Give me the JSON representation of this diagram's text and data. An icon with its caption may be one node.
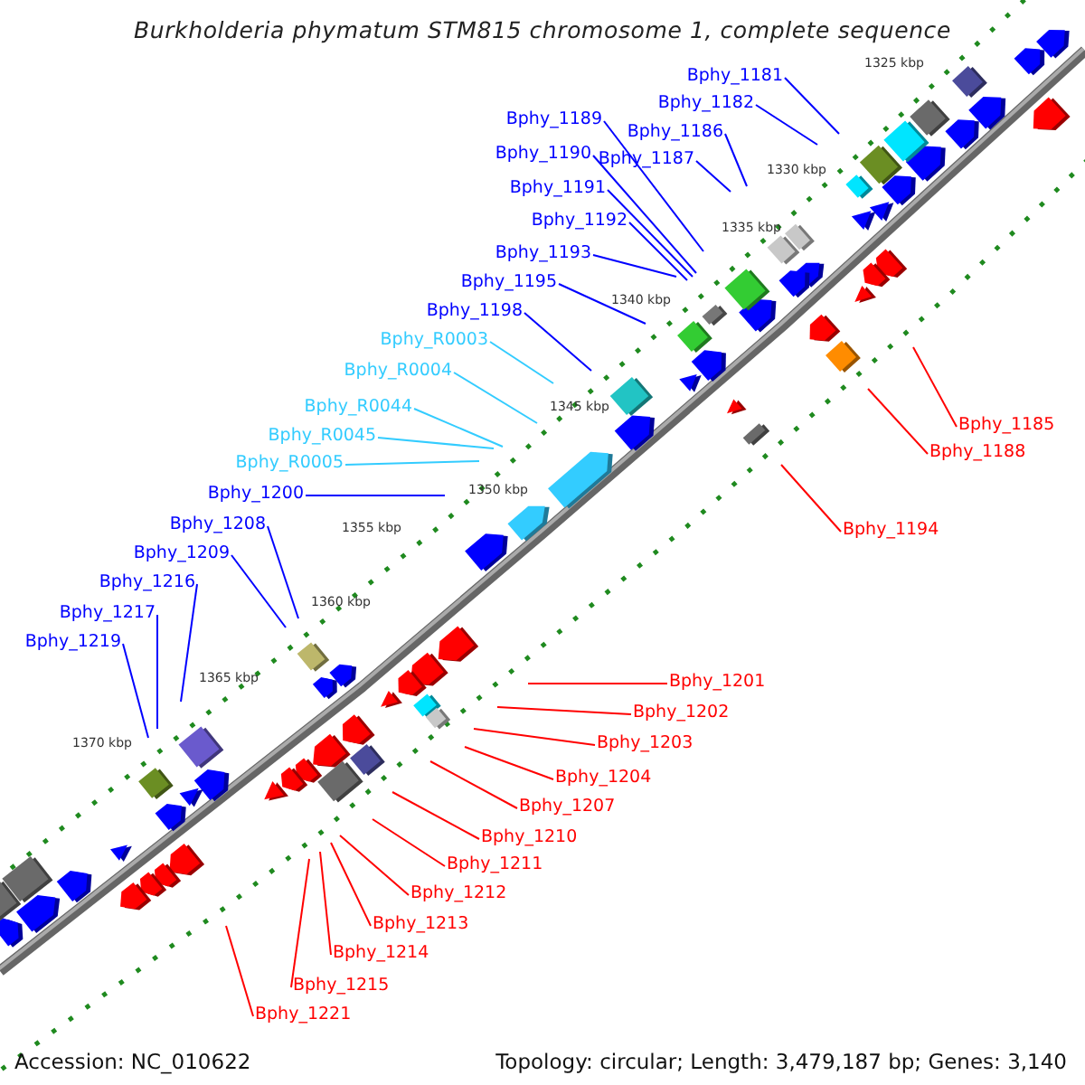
{
  "diagram": {
    "title": "Burkholderia phymatum STM815 chromosome 1, complete sequence",
    "nodes": [
      {
        "text": [
          "Bphy_1181"
        ]
      },
      {
        "text": [
          "Bphy_1182"
        ]
      },
      {
        "text": [
          "Bphy_1189"
        ]
      },
      {
        "text": [
          "Bphy_1186"
        ]
      },
      {
        "text": [
          "Bphy_1190"
        ]
      },
      {
        "text": [
          "Bphy_1187"
        ]
      },
      {
        "text": [
          "Bphy_1191"
        ]
      },
      {
        "text": [
          "Bphy_1192"
        ]
      },
      {
        "text": [
          "Bphy_1193"
        ]
      },
      {
        "text": [
          "Bphy_1195"
        ]
      },
      {
        "text": [
          "Bphy_1198"
        ]
      },
      {
        "text": [
          "Bphy_R0003"
        ]
      },
      {
        "text": [
          "Bphy_R0004"
        ]
      },
      {
        "text": [
          "Bphy_R0044"
        ]
      },
      {
        "text": [
          "Bphy_R0045"
        ]
      },
      {
        "text": [
          "Bphy_R0005"
        ]
      },
      {
        "text": [
          "Bphy_1200"
        ]
      },
      {
        "text": [
          "Bphy_1208"
        ]
      },
      {
        "text": [
          "Bphy_1209"
        ]
      },
      {
        "text": [
          "Bphy_1216"
        ]
      },
      {
        "text": [
          "Bphy_1217"
        ]
      },
      {
        "text": [
          "Bphy_1219"
        ]
      },
      {
        "text": [
          "Bphy_1185"
        ]
      },
      {
        "text": [
          "Bphy_1188"
        ]
      },
      {
        "text": [
          "Bphy_1194"
        ]
      },
      {
        "text": [
          "Bphy_1201"
        ]
      },
      {
        "text": [
          "Bphy_1202"
        ]
      },
      {
        "text": [
          "Bphy_1203"
        ]
      },
      {
        "text": [
          "Bphy_1204"
        ]
      },
      {
        "text": [
          "Bphy_1207"
        ]
      },
      {
        "text": [
          "Bphy_1210"
        ]
      },
      {
        "text": [
          "Bphy_1211"
        ]
      },
      {
        "text": [
          "Bphy_1212"
        ]
      },
      {
        "text": [
          "Bphy_1213"
        ]
      },
      {
        "text": [
          "Bphy_1214"
        ]
      },
      {
        "text": [
          "Bphy_1215"
        ]
      },
      {
        "text": [
          "Bphy_1221"
        ]
      }
    ],
    "edges": [
      {
        "from": 0,
        "to": null,
        "arrow": "none"
      },
      {
        "from": 1,
        "to": null,
        "arrow": "none"
      },
      {
        "from": 2,
        "to": null,
        "arrow": "none"
      },
      {
        "from": 3,
        "to": null,
        "arrow": "none"
      },
      {
        "from": 4,
        "to": null,
        "arrow": "none"
      },
      {
        "from": 5,
        "to": null,
        "arrow": "none"
      },
      {
        "from": 6,
        "to": null,
        "arrow": "none"
      },
      {
        "from": 7,
        "to": null,
        "arrow": "none"
      },
      {
        "from": 8,
        "to": null,
        "arrow": "none"
      },
      {
        "from": 9,
        "to": null,
        "arrow": "none"
      },
      {
        "from": 10,
        "to": null,
        "arrow": "none"
      },
      {
        "from": 11,
        "to": null,
        "arrow": "none",
        "color": "#33ccff"
      },
      {
        "from": 12,
        "to": null,
        "arrow": "none",
        "color": "#33ccff"
      },
      {
        "from": 13,
        "to": null,
        "arrow": "none",
        "color": "#33ccff"
      },
      {
        "from": 14,
        "to": null,
        "arrow": "none",
        "color": "#33ccff"
      },
      {
        "from": 15,
        "to": null,
        "arrow": "none",
        "color": "#33ccff"
      },
      {
        "from": 16,
        "to": null,
        "arrow": "none"
      },
      {
        "from": 17,
        "to": null,
        "arrow": "none"
      },
      {
        "from": 18,
        "to": null,
        "arrow": "none"
      },
      {
        "from": 19,
        "to": null,
        "arrow": "none"
      },
      {
        "from": 20,
        "to": null,
        "arrow": "none"
      },
      {
        "from": 21,
        "to": null,
        "arrow": "none"
      },
      {
        "from": 22,
        "to": null,
        "arrow": "none",
        "color": "#ff0000"
      },
      {
        "from": 23,
        "to": null,
        "arrow": "none",
        "color": "#ff0000"
      },
      {
        "from": 24,
        "to": null,
        "arrow": "none",
        "color": "#ff0000"
      },
      {
        "from": 25,
        "to": null,
        "arrow": "none",
        "color": "#ff0000"
      },
      {
        "from": 26,
        "to": null,
        "arrow": "none",
        "color": "#ff0000"
      },
      {
        "from": 27,
        "to": null,
        "arrow": "none",
        "color": "#ff0000"
      },
      {
        "from": 28,
        "to": null,
        "arrow": "none",
        "color": "#ff0000"
      },
      {
        "from": 29,
        "to": null,
        "arrow": "none",
        "color": "#ff0000"
      },
      {
        "from": 30,
        "to": null,
        "arrow": "none",
        "color": "#ff0000"
      },
      {
        "from": 31,
        "to": null,
        "arrow": "none",
        "color": "#ff0000"
      },
      {
        "from": 32,
        "to": null,
        "arrow": "none",
        "color": "#ff0000"
      },
      {
        "from": 33,
        "to": null,
        "arrow": "none",
        "color": "#ff0000"
      },
      {
        "from": 34,
        "to": null,
        "arrow": "none",
        "color": "#ff0000"
      },
      {
        "from": 35,
        "to": null,
        "arrow": "none",
        "color": "#ff0000"
      },
      {
        "from": 36,
        "to": null,
        "arrow": "none",
        "color": "#ff0000"
      }
    ],
    "labels": [
      "1325 kbp",
      "1330 kbp",
      "1335 kbp",
      "1340 kbp",
      "1345 kbp",
      "1350 kbp",
      "1355 kbp",
      "1360 kbp",
      "1365 kbp",
      "1370 kbp",
      "Accession: NC_010622",
      "Topology: circular; Length: 3,479,187 bp; Genes: 3,140"
    ]
  }
}
